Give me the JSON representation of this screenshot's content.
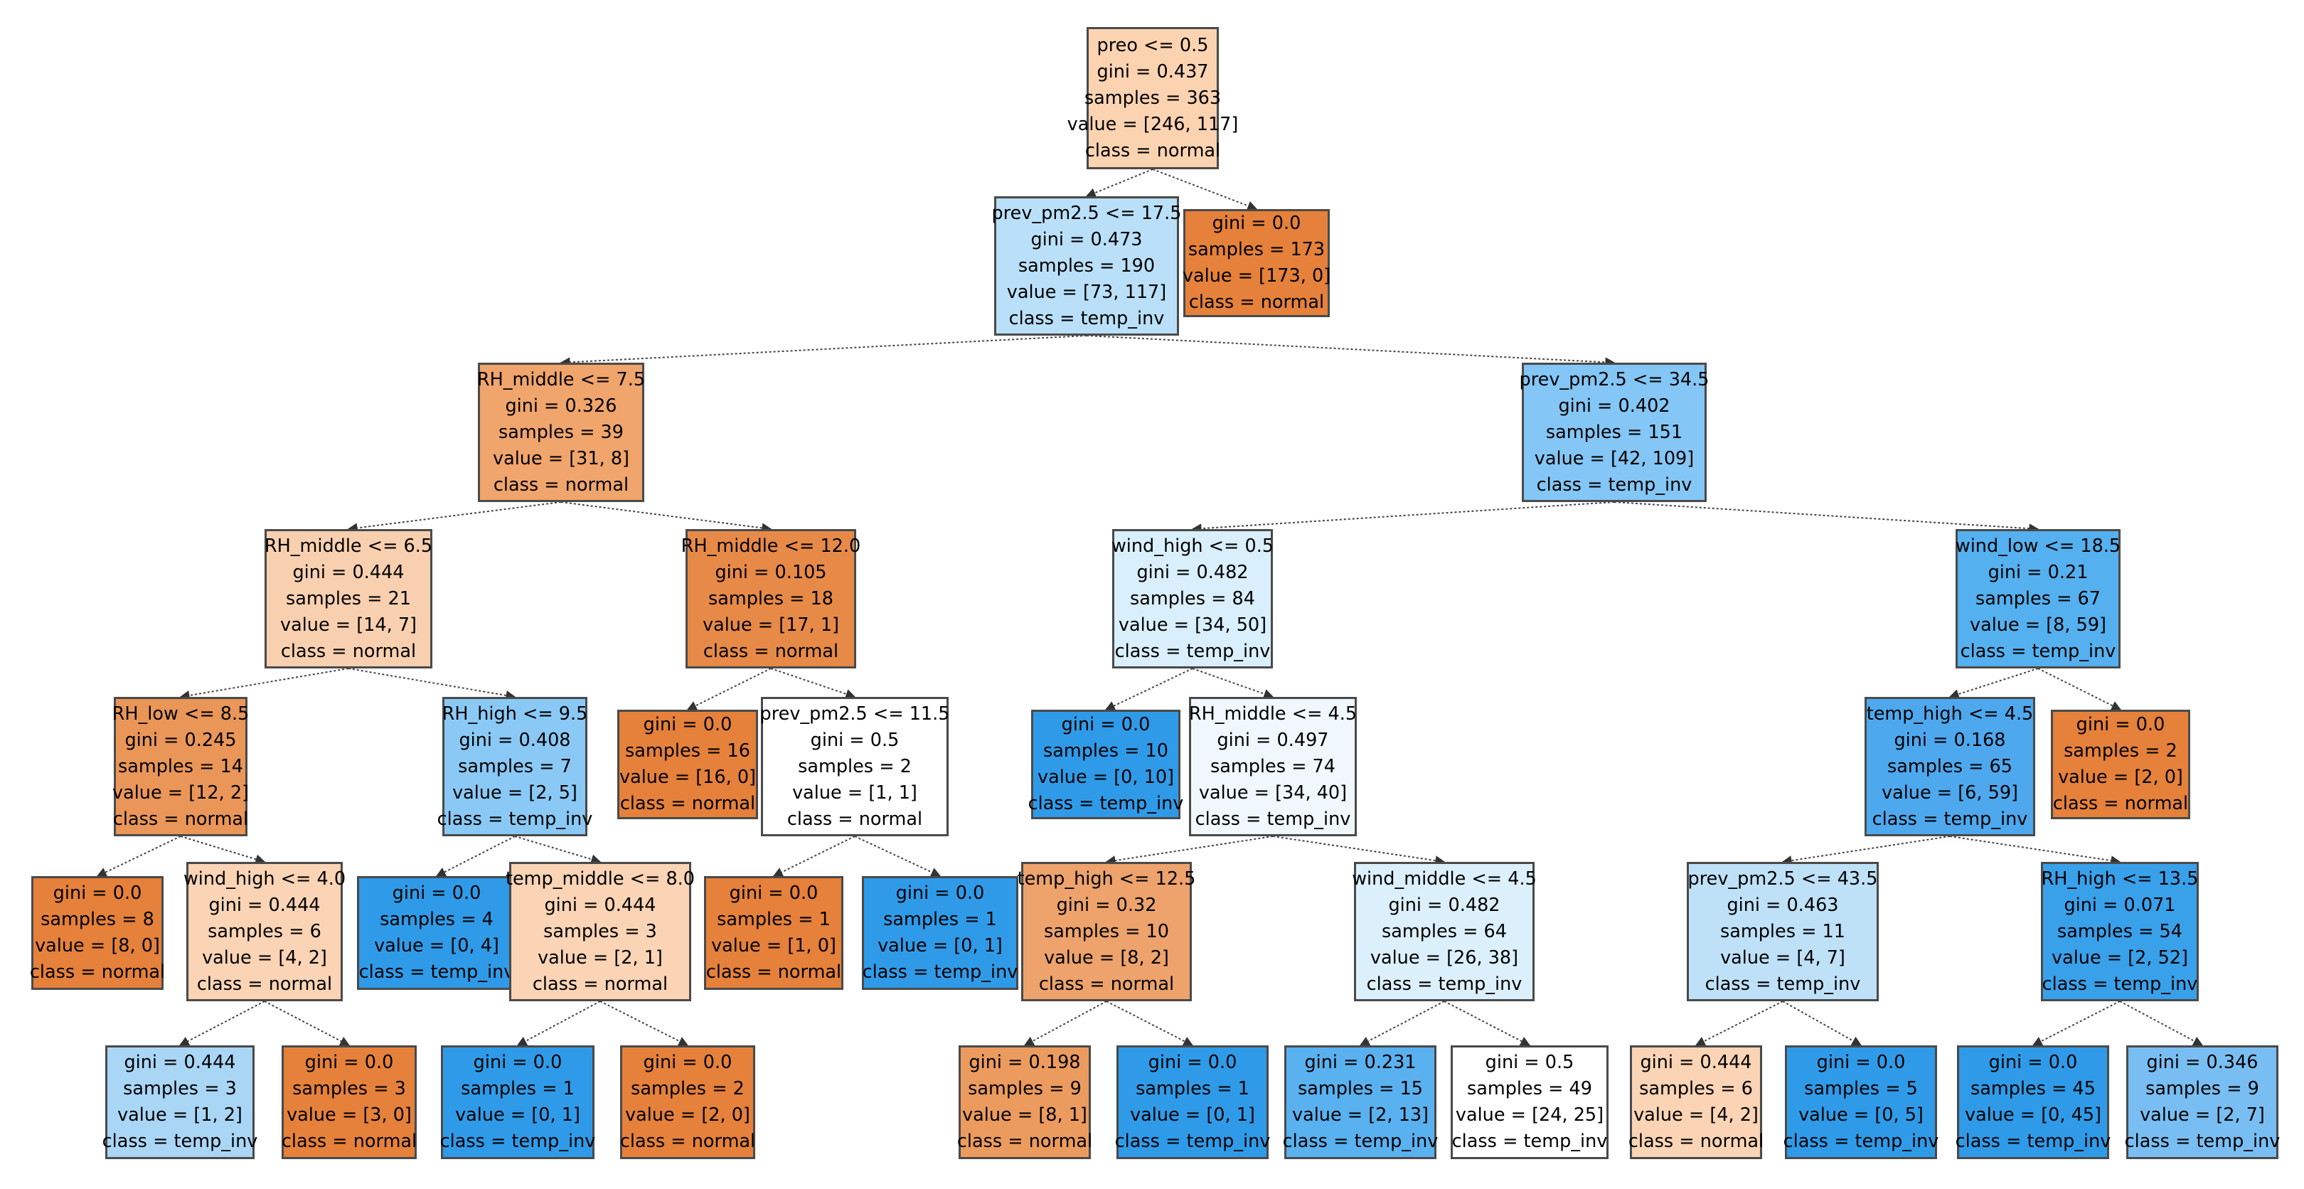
{
  "tree": {
    "nodes": [
      {
        "id": "n0",
        "split": "preo <= 0.5",
        "gini": "gini = 0.437",
        "samples": "samples = 363",
        "value": "value = [246, 117]",
        "class": "class = normal",
        "fill": "#fbd3b1"
      },
      {
        "id": "n1",
        "split": "prev_pm2.5 <= 17.5",
        "gini": "gini = 0.473",
        "samples": "samples = 190",
        "value": "value = [73, 117]",
        "class": "class = temp_inv",
        "fill": "#b9e0f8"
      },
      {
        "id": "n2",
        "split": "",
        "gini": "gini = 0.0",
        "samples": "samples = 173",
        "value": "value = [173, 0]",
        "class": "class = normal",
        "fill": "#e5813a"
      },
      {
        "id": "n3",
        "split": "RH_middle <= 7.5",
        "gini": "gini = 0.326",
        "samples": "samples = 39",
        "value": "value = [31, 8]",
        "class": "class = normal",
        "fill": "#f0a56c"
      },
      {
        "id": "n4",
        "split": "prev_pm2.5 <= 34.5",
        "gini": "gini = 0.402",
        "samples": "samples = 151",
        "value": "value = [42, 109]",
        "class": "class = temp_inv",
        "fill": "#84c6f5"
      },
      {
        "id": "n5",
        "split": "RH_middle <= 6.5",
        "gini": "gini = 0.444",
        "samples": "samples = 21",
        "value": "value = [14, 7]",
        "class": "class = normal",
        "fill": "#f9d0af"
      },
      {
        "id": "n6",
        "split": "RH_middle <= 12.0",
        "gini": "gini = 0.105",
        "samples": "samples = 18",
        "value": "value = [17, 1]",
        "class": "class = normal",
        "fill": "#e78a47"
      },
      {
        "id": "n7",
        "split": "wind_high <= 0.5",
        "gini": "gini = 0.482",
        "samples": "samples = 84",
        "value": "value = [34, 50]",
        "class": "class = temp_inv",
        "fill": "#d9effc"
      },
      {
        "id": "n8",
        "split": "wind_low <= 18.5",
        "gini": "gini = 0.21",
        "samples": "samples = 67",
        "value": "value = [8, 59]",
        "class": "class = temp_inv",
        "fill": "#55b0ef"
      },
      {
        "id": "n9",
        "split": "RH_low <= 8.5",
        "gini": "gini = 0.245",
        "samples": "samples = 14",
        "value": "value = [12, 2]",
        "class": "class = normal",
        "fill": "#ea9658"
      },
      {
        "id": "n10",
        "split": "RH_high <= 9.5",
        "gini": "gini = 0.408",
        "samples": "samples = 7",
        "value": "value = [2, 5]",
        "class": "class = temp_inv",
        "fill": "#8ac9f5"
      },
      {
        "id": "n11",
        "split": "",
        "gini": "gini = 0.0",
        "samples": "samples = 16",
        "value": "value = [16, 0]",
        "class": "class = normal",
        "fill": "#e5813a"
      },
      {
        "id": "n12",
        "split": "prev_pm2.5 <= 11.5",
        "gini": "gini = 0.5",
        "samples": "samples = 2",
        "value": "value = [1, 1]",
        "class": "class = normal",
        "fill": "#ffffff"
      },
      {
        "id": "n13",
        "split": "",
        "gini": "gini = 0.0",
        "samples": "samples = 10",
        "value": "value = [0, 10]",
        "class": "class = temp_inv",
        "fill": "#2f9be8"
      },
      {
        "id": "n14",
        "split": "RH_middle <= 4.5",
        "gini": "gini = 0.497",
        "samples": "samples = 74",
        "value": "value = [34, 40]",
        "class": "class = temp_inv",
        "fill": "#f0f8fe"
      },
      {
        "id": "n15",
        "split": "temp_high <= 4.5",
        "gini": "gini = 0.168",
        "samples": "samples = 65",
        "value": "value = [6, 59]",
        "class": "class = temp_inv",
        "fill": "#4ea8ee"
      },
      {
        "id": "n16",
        "split": "",
        "gini": "gini = 0.0",
        "samples": "samples = 2",
        "value": "value = [2, 0]",
        "class": "class = normal",
        "fill": "#e5813a"
      },
      {
        "id": "n17",
        "split": "",
        "gini": "gini = 0.0",
        "samples": "samples = 8",
        "value": "value = [8, 0]",
        "class": "class = normal",
        "fill": "#e5813a"
      },
      {
        "id": "n18",
        "split": "wind_high <= 4.0",
        "gini": "gini = 0.444",
        "samples": "samples = 6",
        "value": "value = [4, 2]",
        "class": "class = normal",
        "fill": "#fad4b4"
      },
      {
        "id": "n19",
        "split": "",
        "gini": "gini = 0.0",
        "samples": "samples = 4",
        "value": "value = [0, 4]",
        "class": "class = temp_inv",
        "fill": "#2f9be8"
      },
      {
        "id": "n20",
        "split": "temp_middle <= 8.0",
        "gini": "gini = 0.444",
        "samples": "samples = 3",
        "value": "value = [2, 1]",
        "class": "class = normal",
        "fill": "#fad4b4"
      },
      {
        "id": "n21",
        "split": "",
        "gini": "gini = 0.0",
        "samples": "samples = 1",
        "value": "value = [1, 0]",
        "class": "class = normal",
        "fill": "#e5813a"
      },
      {
        "id": "n22",
        "split": "",
        "gini": "gini = 0.0",
        "samples": "samples = 1",
        "value": "value = [0, 1]",
        "class": "class = temp_inv",
        "fill": "#2f9be8"
      },
      {
        "id": "n23",
        "split": "temp_high <= 12.5",
        "gini": "gini = 0.32",
        "samples": "samples = 10",
        "value": "value = [8, 2]",
        "class": "class = normal",
        "fill": "#eda36b"
      },
      {
        "id": "n24",
        "split": "wind_middle <= 4.5",
        "gini": "gini = 0.482",
        "samples": "samples = 64",
        "value": "value = [26, 38]",
        "class": "class = temp_inv",
        "fill": "#dcf0fc"
      },
      {
        "id": "n25",
        "split": "prev_pm2.5 <= 43.5",
        "gini": "gini = 0.463",
        "samples": "samples = 11",
        "value": "value = [4, 7]",
        "class": "class = temp_inv",
        "fill": "#bee1f8"
      },
      {
        "id": "n26",
        "split": "RH_high <= 13.5",
        "gini": "gini = 0.071",
        "samples": "samples = 54",
        "value": "value = [2, 52]",
        "class": "class = temp_inv",
        "fill": "#39a0ea"
      },
      {
        "id": "n27",
        "split": "",
        "gini": "gini = 0.444",
        "samples": "samples = 3",
        "value": "value = [1, 2]",
        "class": "class = temp_inv",
        "fill": "#aad6f6"
      },
      {
        "id": "n28",
        "split": "",
        "gini": "gini = 0.0",
        "samples": "samples = 3",
        "value": "value = [3, 0]",
        "class": "class = normal",
        "fill": "#e5813a"
      },
      {
        "id": "n29",
        "split": "",
        "gini": "gini = 0.0",
        "samples": "samples = 1",
        "value": "value = [0, 1]",
        "class": "class = temp_inv",
        "fill": "#2f9be8"
      },
      {
        "id": "n30",
        "split": "",
        "gini": "gini = 0.0",
        "samples": "samples = 2",
        "value": "value = [2, 0]",
        "class": "class = normal",
        "fill": "#e5813a"
      },
      {
        "id": "n31",
        "split": "",
        "gini": "gini = 0.198",
        "samples": "samples = 9",
        "value": "value = [8, 1]",
        "class": "class = normal",
        "fill": "#ec9b5e"
      },
      {
        "id": "n32",
        "split": "",
        "gini": "gini = 0.0",
        "samples": "samples = 1",
        "value": "value = [0, 1]",
        "class": "class = temp_inv",
        "fill": "#2f9be8"
      },
      {
        "id": "n33",
        "split": "",
        "gini": "gini = 0.231",
        "samples": "samples = 15",
        "value": "value = [2, 13]",
        "class": "class = temp_inv",
        "fill": "#5ab1ef"
      },
      {
        "id": "n34",
        "split": "",
        "gini": "gini = 0.5",
        "samples": "samples = 49",
        "value": "value = [24, 25]",
        "class": "class = temp_inv",
        "fill": "#ffffff"
      },
      {
        "id": "n35",
        "split": "",
        "gini": "gini = 0.444",
        "samples": "samples = 6",
        "value": "value = [4, 2]",
        "class": "class = normal",
        "fill": "#fad4b4"
      },
      {
        "id": "n36",
        "split": "",
        "gini": "gini = 0.0",
        "samples": "samples = 5",
        "value": "value = [0, 5]",
        "class": "class = temp_inv",
        "fill": "#2f9be8"
      },
      {
        "id": "n37",
        "split": "",
        "gini": "gini = 0.0",
        "samples": "samples = 45",
        "value": "value = [0, 45]",
        "class": "class = temp_inv",
        "fill": "#2f9be8"
      },
      {
        "id": "n38",
        "split": "",
        "gini": "gini = 0.346",
        "samples": "samples = 9",
        "value": "value = [2, 7]",
        "class": "class = temp_inv",
        "fill": "#79bef2"
      }
    ],
    "edges": [
      [
        "n0",
        "n1"
      ],
      [
        "n0",
        "n2"
      ],
      [
        "n1",
        "n3"
      ],
      [
        "n1",
        "n4"
      ],
      [
        "n3",
        "n5"
      ],
      [
        "n3",
        "n6"
      ],
      [
        "n4",
        "n7"
      ],
      [
        "n4",
        "n8"
      ],
      [
        "n5",
        "n9"
      ],
      [
        "n5",
        "n10"
      ],
      [
        "n6",
        "n11"
      ],
      [
        "n6",
        "n12"
      ],
      [
        "n7",
        "n13"
      ],
      [
        "n7",
        "n14"
      ],
      [
        "n8",
        "n15"
      ],
      [
        "n8",
        "n16"
      ],
      [
        "n9",
        "n17"
      ],
      [
        "n9",
        "n18"
      ],
      [
        "n10",
        "n19"
      ],
      [
        "n10",
        "n20"
      ],
      [
        "n12",
        "n21"
      ],
      [
        "n12",
        "n22"
      ],
      [
        "n14",
        "n23"
      ],
      [
        "n14",
        "n24"
      ],
      [
        "n15",
        "n25"
      ],
      [
        "n15",
        "n26"
      ],
      [
        "n18",
        "n27"
      ],
      [
        "n18",
        "n28"
      ],
      [
        "n20",
        "n29"
      ],
      [
        "n20",
        "n30"
      ],
      [
        "n23",
        "n31"
      ],
      [
        "n23",
        "n32"
      ],
      [
        "n24",
        "n33"
      ],
      [
        "n24",
        "n34"
      ],
      [
        "n25",
        "n35"
      ],
      [
        "n25",
        "n36"
      ],
      [
        "n26",
        "n37"
      ],
      [
        "n26",
        "n38"
      ]
    ]
  }
}
